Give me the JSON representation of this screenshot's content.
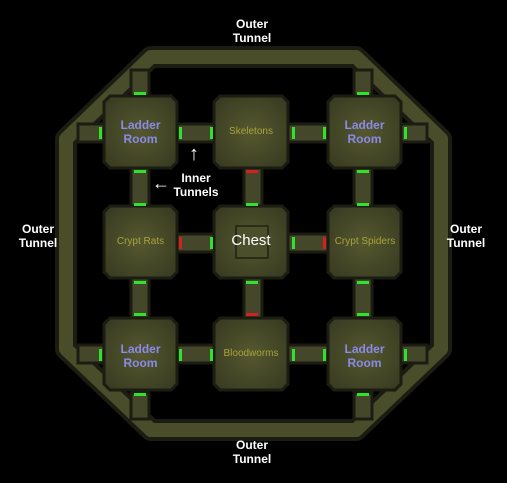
{
  "map": {
    "outer_tunnel_top": "Outer\nTunnel",
    "outer_tunnel_left": "Outer\nTunnel",
    "outer_tunnel_right": "Outer\nTunnel",
    "outer_tunnel_bottom": "Outer\nTunnel",
    "inner_tunnels_label": "Inner\nTunnels",
    "arrow_up": "↑",
    "arrow_left": "←",
    "rooms": {
      "top_left": "Ladder\nRoom",
      "top_center": "Skeletons",
      "top_right": "Ladder\nRoom",
      "middle_left": "Crypt Rats",
      "middle_center": "Chest",
      "middle_right": "Crypt Spiders",
      "bottom_left": "Ladder\nRoom",
      "bottom_center": "Bloodworms",
      "bottom_right": "Ladder\nRoom"
    },
    "colors": {
      "background": "#000000",
      "floor": "#3f4224",
      "wall": "#1b1d12",
      "open_door": "#2ee22e",
      "locked_door": "#d42020",
      "monster_label": "#a8a33c",
      "ladder_label": "#8a8ae8",
      "text": "#ffffff"
    }
  }
}
